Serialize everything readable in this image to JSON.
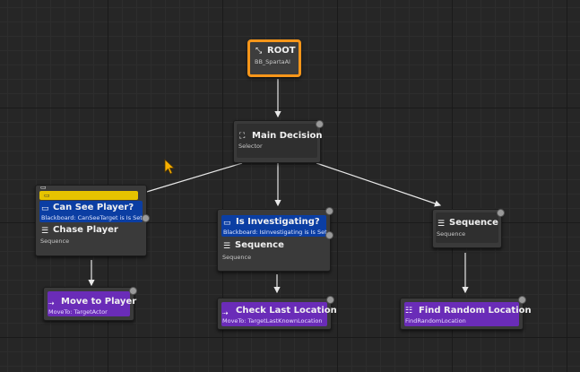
{
  "colors": {
    "canvas": "#262626",
    "root_outline": "#f7961a",
    "decorator": "#0b3ea3",
    "task": "#6a2cb8",
    "wire": "#e8e8e8",
    "highlight": "#e6c300"
  },
  "nodes": {
    "root": {
      "title": "ROOT",
      "subtitle": "BB_SpartaAI",
      "icon": "root-icon"
    },
    "main_decision": {
      "title": "Main Decision",
      "subtitle": "Selector",
      "icon": "selector-icon"
    },
    "can_see_player": {
      "title": "Can See Player?",
      "subtitle": "Blackboard: CanSeeTarget is Is Set",
      "icon": "blackboard-icon"
    },
    "chase_player": {
      "title": "Chase Player",
      "subtitle": "Sequence",
      "icon": "sequence-icon"
    },
    "move_to_player": {
      "title": "Move to Player",
      "subtitle": "MoveTo: TargetActor",
      "icon": "moveto-icon"
    },
    "is_investigating": {
      "title": "Is Investigating?",
      "subtitle": "Blackboard: IsInvestigating is Is Set",
      "icon": "blackboard-icon"
    },
    "sequence_mid": {
      "title": "Sequence",
      "subtitle": "Sequence",
      "icon": "sequence-icon"
    },
    "check_last_location": {
      "title": "Check Last Location",
      "subtitle": "MoveTo: TargetLastKnownLocation",
      "icon": "moveto-icon"
    },
    "sequence_right": {
      "title": "Sequence",
      "subtitle": "Sequence",
      "icon": "sequence-icon"
    },
    "find_random_location": {
      "title": "Find Random Location",
      "subtitle": "FindRandomLocation",
      "icon": "task-icon"
    }
  }
}
